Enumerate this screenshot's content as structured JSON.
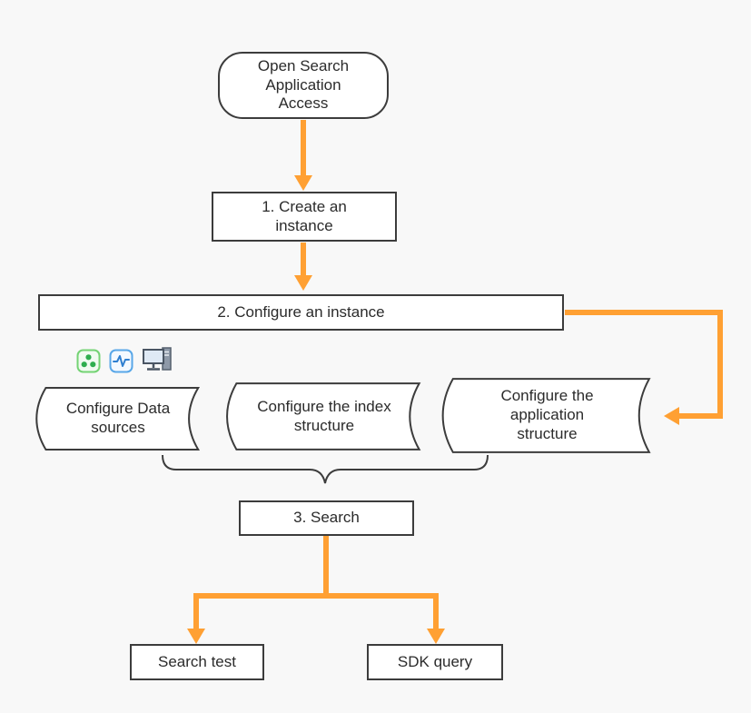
{
  "colors": {
    "arrow": "#FFA033",
    "border": "#3c3c3c",
    "bg": "#f8f8f8",
    "node-bg": "#ffffff",
    "text": "#2b2b2b",
    "icon-green": "#5fc96a",
    "icon-blue": "#4a90d9",
    "icon-gray": "#55606e"
  },
  "nodes": {
    "start": {
      "label": "Open Search Application Access"
    },
    "create": {
      "label": "1. Create an instance"
    },
    "configure": {
      "label": "2. Configure an instance"
    },
    "data_sources": {
      "label": "Configure Data sources"
    },
    "index_structure": {
      "label": "Configure the index structure"
    },
    "app_structure": {
      "label": "Configure the application structure"
    },
    "search": {
      "label": "3. Search"
    },
    "search_test": {
      "label": "Search test"
    },
    "sdk_query": {
      "label": "SDK query"
    }
  },
  "icons": [
    {
      "name": "data-cluster-icon"
    },
    {
      "name": "waveform-icon"
    },
    {
      "name": "computer-icon"
    }
  ]
}
